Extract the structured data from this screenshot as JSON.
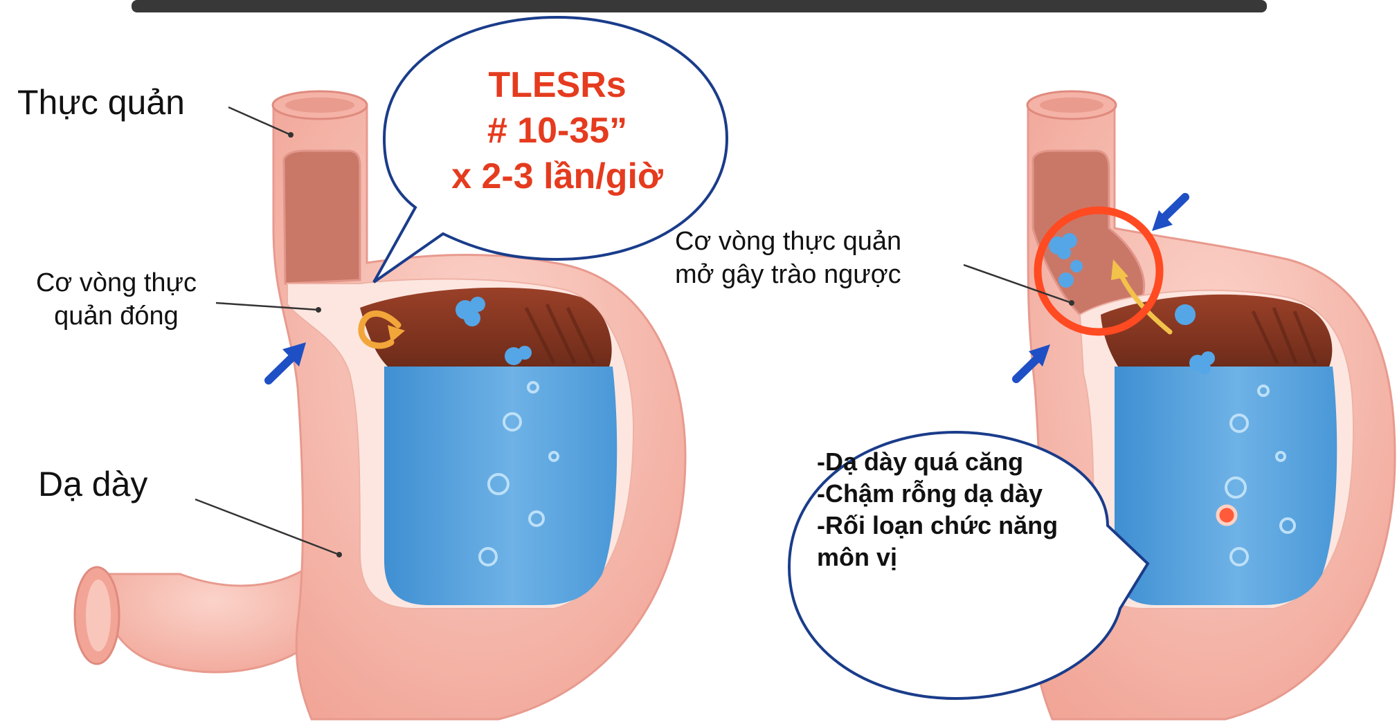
{
  "left_panel": {
    "label_esophagus": "Thực quản",
    "label_sphincter_line1": "Cơ vòng thực",
    "label_sphincter_line2": "quản đóng",
    "label_stomach": "Dạ dày",
    "bubble": {
      "line1": "TLESRs",
      "line2": "# 10-35”",
      "line3": "x 2-3 lần/giờ"
    }
  },
  "right_panel": {
    "label_open_line1": "Cơ vòng thực quản",
    "label_open_line2": "mở gây trào ngược",
    "note": {
      "line1": "-Dạ dày quá căng",
      "line2": "-Chậm rỗng dạ dày",
      "line3": "-Rối loạn chức năng",
      "line4": "môn vị"
    }
  },
  "colors": {
    "stomach_wall": "#f6b5aa",
    "stomach_wall_dark": "#e89a8e",
    "inner_cavity": "#fde6e0",
    "gas_chamber": "#8a3a24",
    "fluid": "#5aa3dc",
    "fluid_light": "#8cc4ec",
    "arrow_blue": "#1f4fc4",
    "title_red": "#e53b1e",
    "highlight_ring": "#ff4a22",
    "reflux_arrow": "#f3c24a",
    "bubble_outline": "#1a3c8a"
  }
}
